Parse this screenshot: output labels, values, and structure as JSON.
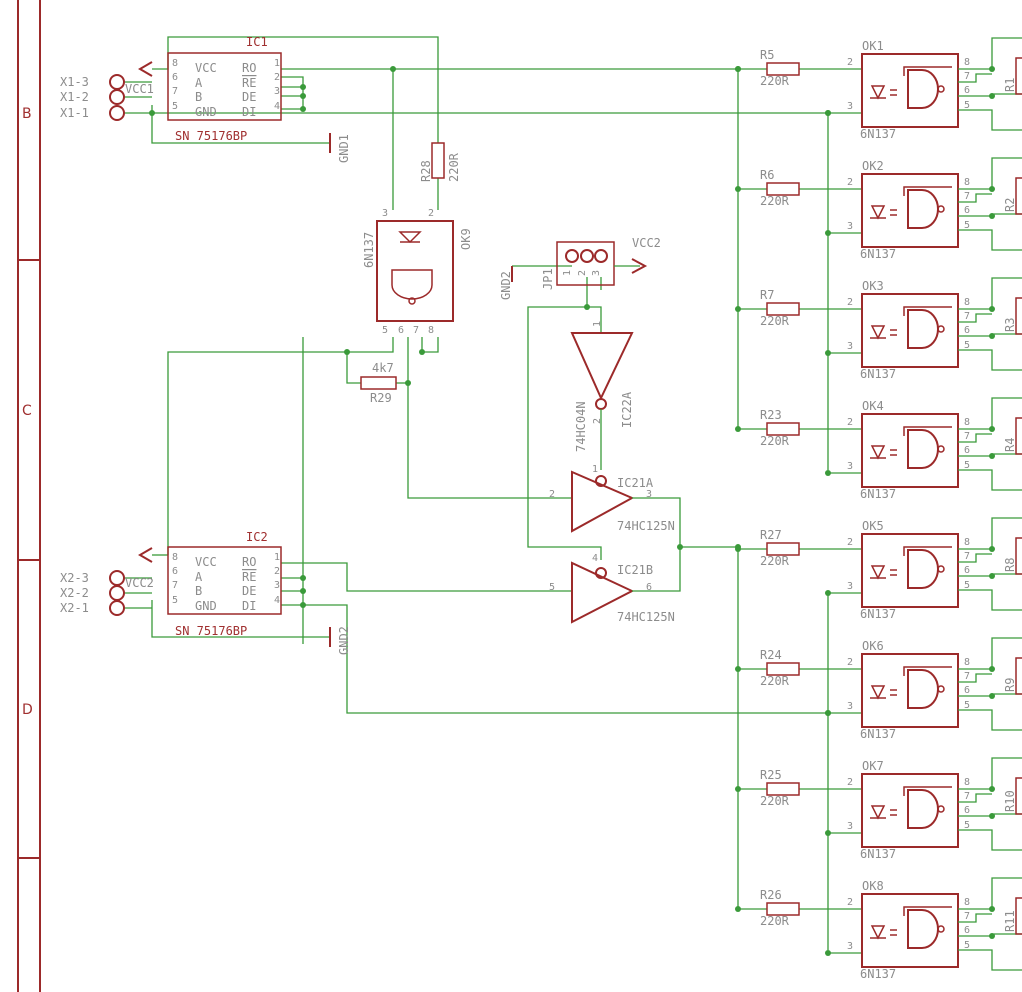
{
  "colors": {
    "wire": "#3a9a3a",
    "symbol": "#9c2a2a",
    "label": "#8c8c8c",
    "name": "#a03030"
  },
  "frame": {
    "rows": [
      "B",
      "C",
      "D"
    ]
  },
  "ic1": {
    "name": "IC1",
    "value": "SN 75176BP",
    "pins_left": [
      "VCC",
      "A",
      "B",
      "GND"
    ],
    "pins_right": [
      "RO",
      "RE",
      "DE",
      "DI"
    ],
    "nums_left": [
      "8",
      "6",
      "7",
      "5"
    ],
    "nums_right": [
      "1",
      "2",
      "3",
      "4"
    ]
  },
  "ic2": {
    "name": "IC2",
    "value": "SN 75176BP",
    "pins_left": [
      "VCC",
      "A",
      "B",
      "GND"
    ],
    "pins_right": [
      "RO",
      "RE",
      "DE",
      "DI"
    ],
    "nums_left": [
      "8",
      "6",
      "7",
      "5"
    ],
    "nums_right": [
      "1",
      "2",
      "3",
      "4"
    ]
  },
  "x1": {
    "labels": [
      "X1-3",
      "X1-2",
      "X1-1"
    ],
    "vcc": "VCC1",
    "gnd": "GND1"
  },
  "x2": {
    "labels": [
      "X2-3",
      "X2-2",
      "X2-1"
    ],
    "vcc": "VCC2",
    "gnd": "GND2"
  },
  "ok9": {
    "name": "OK9",
    "value": "6N137",
    "pins": [
      "3",
      "2",
      "5",
      "6",
      "7",
      "8"
    ]
  },
  "r28": {
    "name": "R28",
    "value": "220R"
  },
  "r29": {
    "name": "R29",
    "value": "4k7"
  },
  "jp1": {
    "name": "JP1",
    "pins": [
      "1",
      "2",
      "3"
    ],
    "gnd": "GND2",
    "vcc": "VCC2"
  },
  "ic22a": {
    "name": "IC22A",
    "value": "74HC04N",
    "pins": [
      "1",
      "2"
    ]
  },
  "ic21a": {
    "name": "IC21A",
    "value": "74HC125N",
    "pins": [
      "1",
      "2",
      "3"
    ]
  },
  "ic21b": {
    "name": "IC21B",
    "value": "74HC125N",
    "pins": [
      "4",
      "5",
      "6"
    ]
  },
  "opto_pins": [
    "2",
    "3",
    "8",
    "7",
    "6",
    "5"
  ],
  "optos": [
    {
      "name": "OK1",
      "value": "6N137",
      "res": "R5",
      "res_val": "220R",
      "out_res": "R1"
    },
    {
      "name": "OK2",
      "value": "6N137",
      "res": "R6",
      "res_val": "220R",
      "out_res": "R2"
    },
    {
      "name": "OK3",
      "value": "6N137",
      "res": "R7",
      "res_val": "220R",
      "out_res": "R3"
    },
    {
      "name": "OK4",
      "value": "6N137",
      "res": "R23",
      "res_val": "220R",
      "out_res": "R4"
    },
    {
      "name": "OK5",
      "value": "6N137",
      "res": "R27",
      "res_val": "220R",
      "out_res": "R8"
    },
    {
      "name": "OK6",
      "value": "6N137",
      "res": "R24",
      "res_val": "220R",
      "out_res": "R9"
    },
    {
      "name": "OK7",
      "value": "6N137",
      "res": "R25",
      "res_val": "220R",
      "out_res": "R10"
    },
    {
      "name": "OK8",
      "value": "6N137",
      "res": "R26",
      "res_val": "220R",
      "out_res": "R11"
    }
  ]
}
